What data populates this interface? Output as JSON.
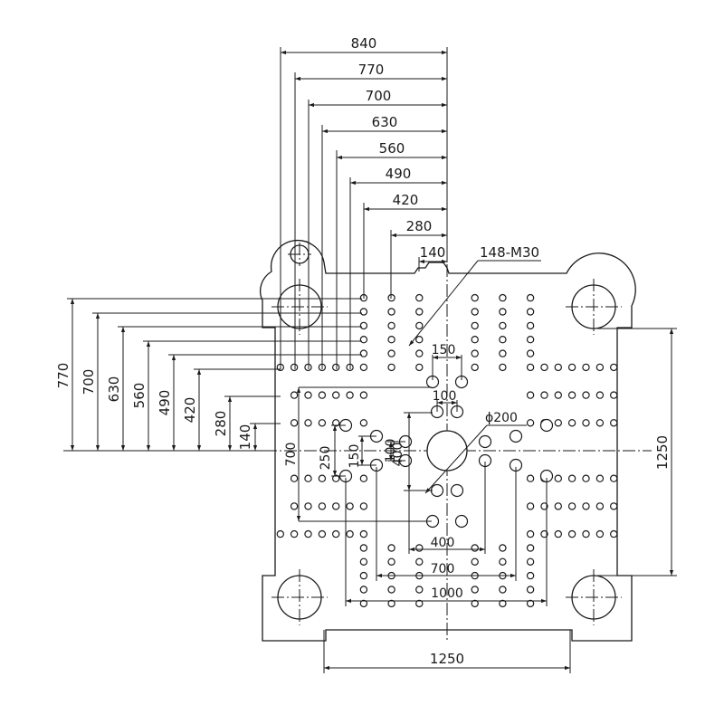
{
  "top_dims": [
    "840",
    "770",
    "700",
    "630",
    "560",
    "490",
    "420",
    "280",
    "140"
  ],
  "left_dims": [
    "770",
    "700",
    "630",
    "560",
    "490",
    "420",
    "280",
    "140"
  ],
  "thread_label": "148-M30",
  "center_bore_label": "ϕ200",
  "right_dim": "1250",
  "bottom_dim": "1250",
  "inner_dims": {
    "d150_top": "150",
    "d100_top": "100",
    "d700_left": "700",
    "d250_left": "250",
    "d150_left": "150",
    "d100_left": "100",
    "d400_left": "400",
    "d400_bottom": "400",
    "d700_bottom": "700",
    "d1000_bottom": "1000"
  }
}
